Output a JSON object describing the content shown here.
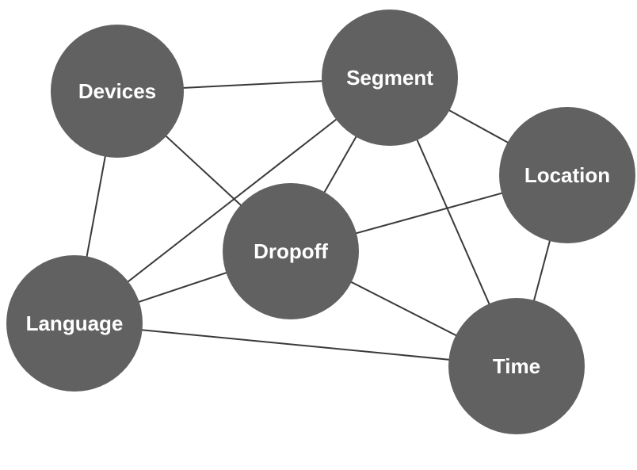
{
  "colors": {
    "node_fill": "#616161",
    "label_text": "#ffffff",
    "edge_stroke": "#3a3a3a",
    "background": "#ffffff"
  },
  "nodes": [
    {
      "id": "devices",
      "label": "Devices"
    },
    {
      "id": "segment",
      "label": "Segment"
    },
    {
      "id": "location",
      "label": "Location"
    },
    {
      "id": "dropoff",
      "label": "Dropoff"
    },
    {
      "id": "language",
      "label": "Language"
    },
    {
      "id": "time",
      "label": "Time"
    }
  ],
  "edges": [
    [
      "devices",
      "segment"
    ],
    [
      "devices",
      "dropoff"
    ],
    [
      "devices",
      "language"
    ],
    [
      "segment",
      "language"
    ],
    [
      "segment",
      "dropoff"
    ],
    [
      "segment",
      "location"
    ],
    [
      "segment",
      "time"
    ],
    [
      "dropoff",
      "location"
    ],
    [
      "dropoff",
      "language"
    ],
    [
      "dropoff",
      "time"
    ],
    [
      "language",
      "time"
    ],
    [
      "location",
      "time"
    ]
  ]
}
